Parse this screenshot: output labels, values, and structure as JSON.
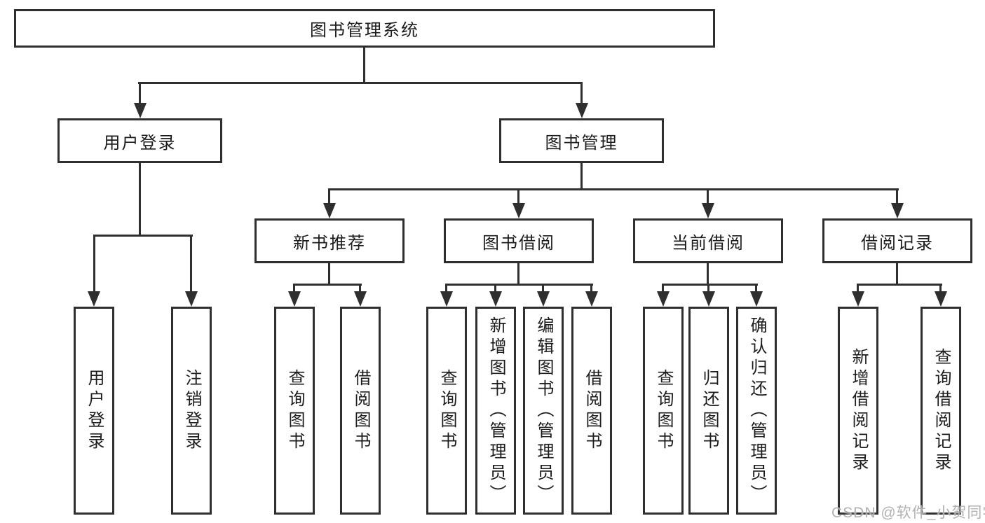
{
  "tree": {
    "root": {
      "label": "图书管理系统"
    },
    "branches": [
      {
        "label": "用户登录",
        "leaves": [
          {
            "label": "用户登录"
          },
          {
            "label": "注销登录"
          }
        ]
      },
      {
        "label": "图书管理",
        "sections": [
          {
            "label": "新书推荐",
            "leaves": [
              {
                "label": "查询图书"
              },
              {
                "label": "借阅图书"
              }
            ]
          },
          {
            "label": "图书借阅",
            "leaves": [
              {
                "label": "查询图书"
              },
              {
                "label": "新增图书（管理员）"
              },
              {
                "label": "编辑图书（管理员）"
              },
              {
                "label": "借阅图书"
              }
            ]
          },
          {
            "label": "当前借阅",
            "leaves": [
              {
                "label": "查询图书"
              },
              {
                "label": "归还图书"
              },
              {
                "label": "确认归还（管理员）"
              }
            ]
          },
          {
            "label": "借阅记录",
            "leaves": [
              {
                "label": "新增借阅记录"
              },
              {
                "label": "查询借阅记录"
              }
            ]
          }
        ]
      }
    ]
  },
  "watermark": {
    "text": "CSDN @软件_小贺同学"
  },
  "colors": {
    "line": "#2f2f2f",
    "box_border": "#2f2f2f",
    "text": "#1c1c1c",
    "watermark": "#a8a8a8",
    "background": "#ffffff"
  }
}
